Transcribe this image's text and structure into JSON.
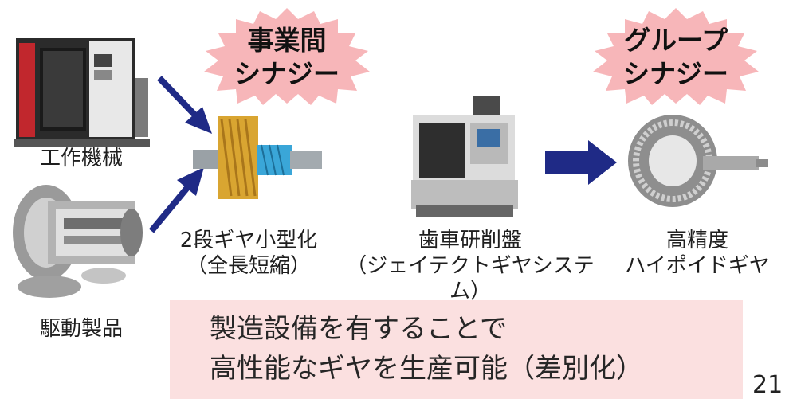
{
  "bursts": {
    "business": {
      "line1": "事業間",
      "line2": "シナジー"
    },
    "group": {
      "line1": "グループ",
      "line2": "シナジー"
    }
  },
  "labels": {
    "machine_tool": "工作機械",
    "drive_products": "駆動製品",
    "gear": {
      "line1": "2段ギヤ小型化",
      "line2": "（全長短縮）"
    },
    "grinder": {
      "line1": "歯車研削盤",
      "line2": "（ジェイテクトギヤシステム）"
    },
    "hypoid": {
      "line1": "高精度",
      "line2": "ハイポイドギヤ"
    }
  },
  "summary": {
    "line1": "製造設備を有することで",
    "line2": "高性能なギヤを生産可能（差別化）"
  },
  "page_number": "21",
  "colors": {
    "burst_fill": "#f7b6b9",
    "summary_bg": "#fbe0e0",
    "arrow": "#1f2a86"
  }
}
